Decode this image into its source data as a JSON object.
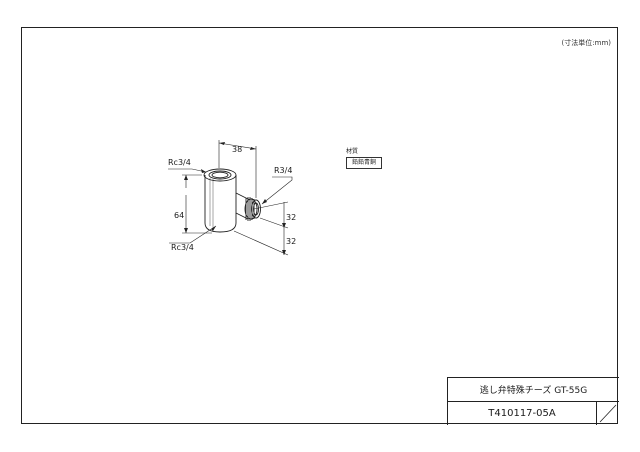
{
  "sheet": {
    "unit_note": "(寸法単位:mm)"
  },
  "drawing": {
    "callouts": {
      "top_thread": "Rc3/4",
      "bottom_thread": "Rc3/4",
      "side_thread": "R3/4"
    },
    "dimensions": {
      "width": "38",
      "height": "64",
      "offset_upper": "32",
      "offset_lower": "32"
    }
  },
  "material": {
    "label": "材質",
    "value": "鉛鉛青銅"
  },
  "title_block": {
    "product_name": "逃し弁特殊チーズ GT-55G",
    "drawing_number": "T410117-05A"
  }
}
